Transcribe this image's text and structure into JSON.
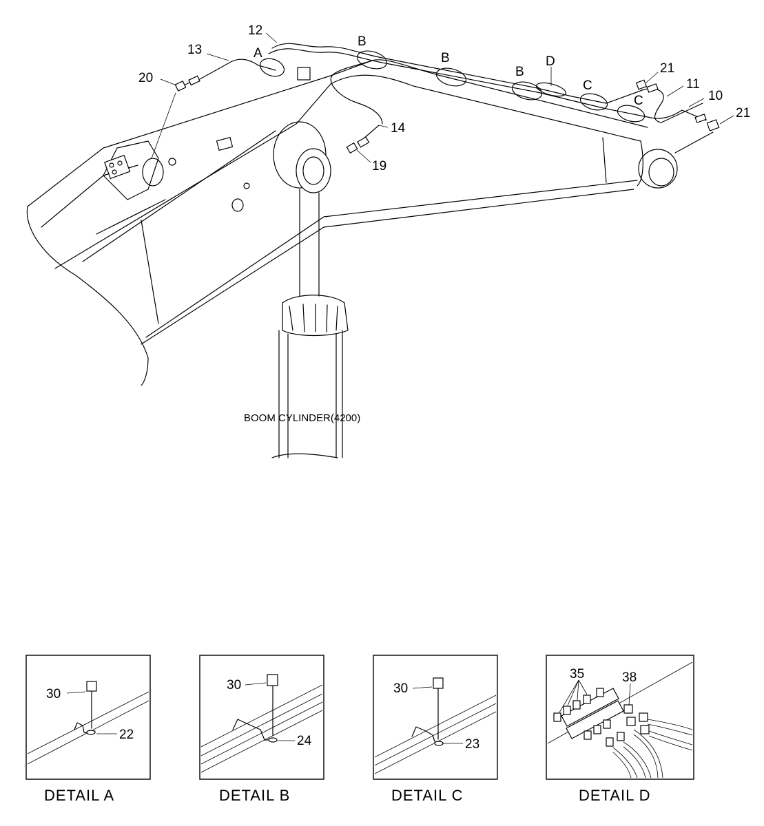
{
  "diagram": {
    "note_label": "BOOM CYLINDER(4200)",
    "callouts": {
      "c10": "10",
      "c11": "11",
      "c12": "12",
      "c13": "13",
      "c14": "14",
      "c19": "19",
      "c20": "20",
      "c21a": "21",
      "c21b": "21"
    },
    "detail_letters": {
      "a": "A",
      "b1": "B",
      "b2": "B",
      "b3": "B",
      "c1": "C",
      "c2": "C",
      "d": "D"
    },
    "details": [
      {
        "caption": "DETAIL  A",
        "callouts": [
          "30",
          "22"
        ]
      },
      {
        "caption": "DETAIL  B",
        "callouts": [
          "30",
          "24"
        ]
      },
      {
        "caption": "DETAIL  C",
        "callouts": [
          "30",
          "23"
        ]
      },
      {
        "caption": "DETAIL  D",
        "callouts": [
          "35",
          "38"
        ]
      }
    ]
  }
}
